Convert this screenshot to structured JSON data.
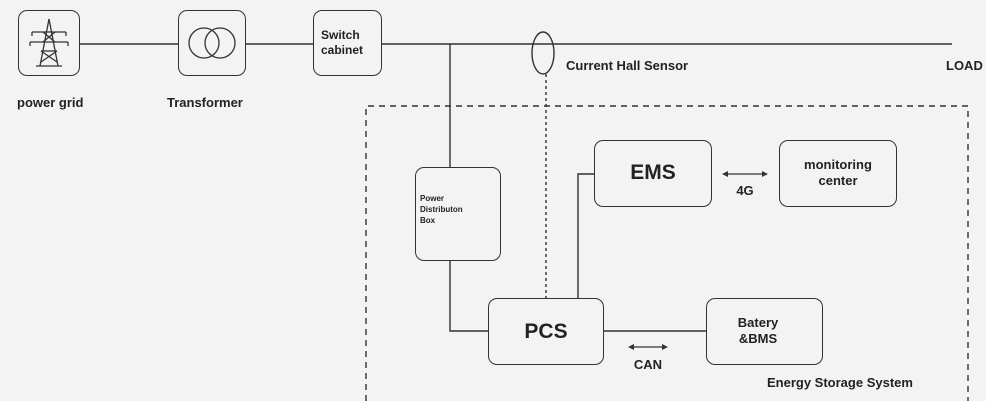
{
  "labels": {
    "power_grid": "power grid",
    "transformer": "Transformer",
    "switch_cabinet": "Switch\ncabinet",
    "current_hall_sensor": "Current Hall Sensor",
    "load": "LOAD",
    "power_distribution_box": "Power\nDistributon\nBox",
    "ems": "EMS",
    "four_g": "4G",
    "monitoring_center": "monitoring\ncenter",
    "pcs": "PCS",
    "can": "CAN",
    "battery_bms": "Batery\n&BMS",
    "energy_storage_system": "Energy Storage System"
  },
  "icons": {
    "power_grid": "transmission-tower-icon",
    "transformer": "transformer-coils-icon"
  },
  "colors": {
    "line": "#333333",
    "background": "#f3f3f3"
  }
}
